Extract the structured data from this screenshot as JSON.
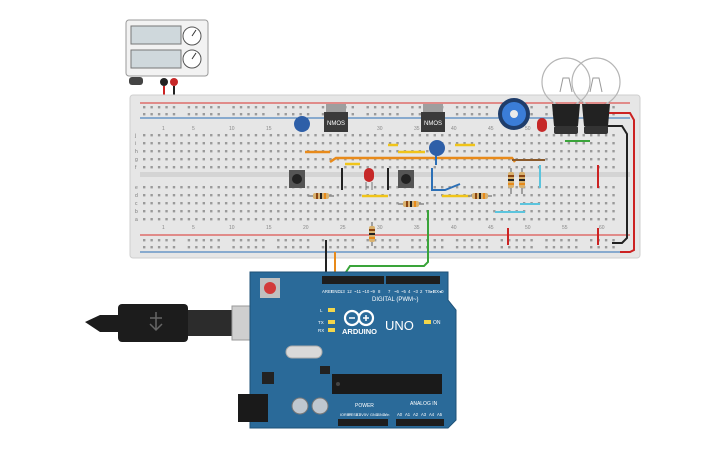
{
  "canvas": {
    "background": "#ffffff"
  },
  "power_supply": {
    "icon": "power-supply-icon"
  },
  "breadboard": {
    "column_labels": [
      "1",
      "5",
      "10",
      "15",
      "20",
      "25",
      "30",
      "35",
      "40",
      "45",
      "50",
      "55",
      "60"
    ],
    "row_labels_top": [
      "j",
      "i",
      "h",
      "g",
      "f"
    ],
    "row_labels_bottom": [
      "e",
      "d",
      "c",
      "b",
      "a"
    ]
  },
  "components": {
    "mosfet_left": {
      "label": "NMOS"
    },
    "mosfet_right": {
      "label": "NMOS"
    }
  },
  "arduino": {
    "brand": "ARDUINO",
    "model": "UNO",
    "digital_header_label": "DIGITAL (PWM~)",
    "power_label": "POWER",
    "analog_label": "ANALOG IN",
    "on_label": "ON",
    "tx_label": "TX",
    "rx_label": "RX",
    "l_label": "L",
    "pin_labels_left": [
      "AREF",
      "GND",
      "13",
      "12",
      "~11",
      "~10",
      "~9",
      "8"
    ],
    "pin_labels_right": [
      "7",
      "~6",
      "~5",
      "4",
      "~3",
      "2",
      "TX▸1",
      "RX◂0"
    ],
    "analog_pins": [
      "A0",
      "A1",
      "A2",
      "A3",
      "A4",
      "A5"
    ],
    "power_pins": [
      "IOREF",
      "RESET",
      "3.3V",
      "5V",
      "GND",
      "GND",
      "Vin"
    ]
  },
  "colors": {
    "board": "#2a6a99",
    "board_dark": "#1f5277",
    "breadboard": "#e4e4e4",
    "rail_red": "#d9302c",
    "rail_blue": "#2b6fb6",
    "wire_orange": "#e88a1a",
    "wire_green": "#3aa43a",
    "wire_yellow": "#f0c419",
    "wire_cyan": "#5bc4dd",
    "wire_brown": "#8a5a2b",
    "wire_black": "#222222",
    "wire_red": "#cc2222"
  }
}
